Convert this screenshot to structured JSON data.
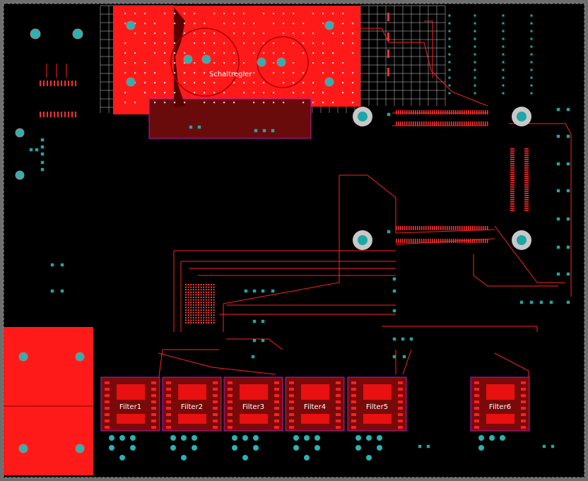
{
  "board": {
    "labels": {
      "regulator": "Schaltregler"
    },
    "filters": [
      "Filter1",
      "Filter2",
      "Filter3",
      "Filter4",
      "Filter5",
      "Filter6"
    ]
  },
  "colors": {
    "background": "#000000",
    "frame": "#6e6e6e",
    "copper": "#ff0000",
    "trace": "#ff2222",
    "via": "#1fa6a6",
    "pad": "#29b3b3",
    "outline": "#b01fb0"
  }
}
